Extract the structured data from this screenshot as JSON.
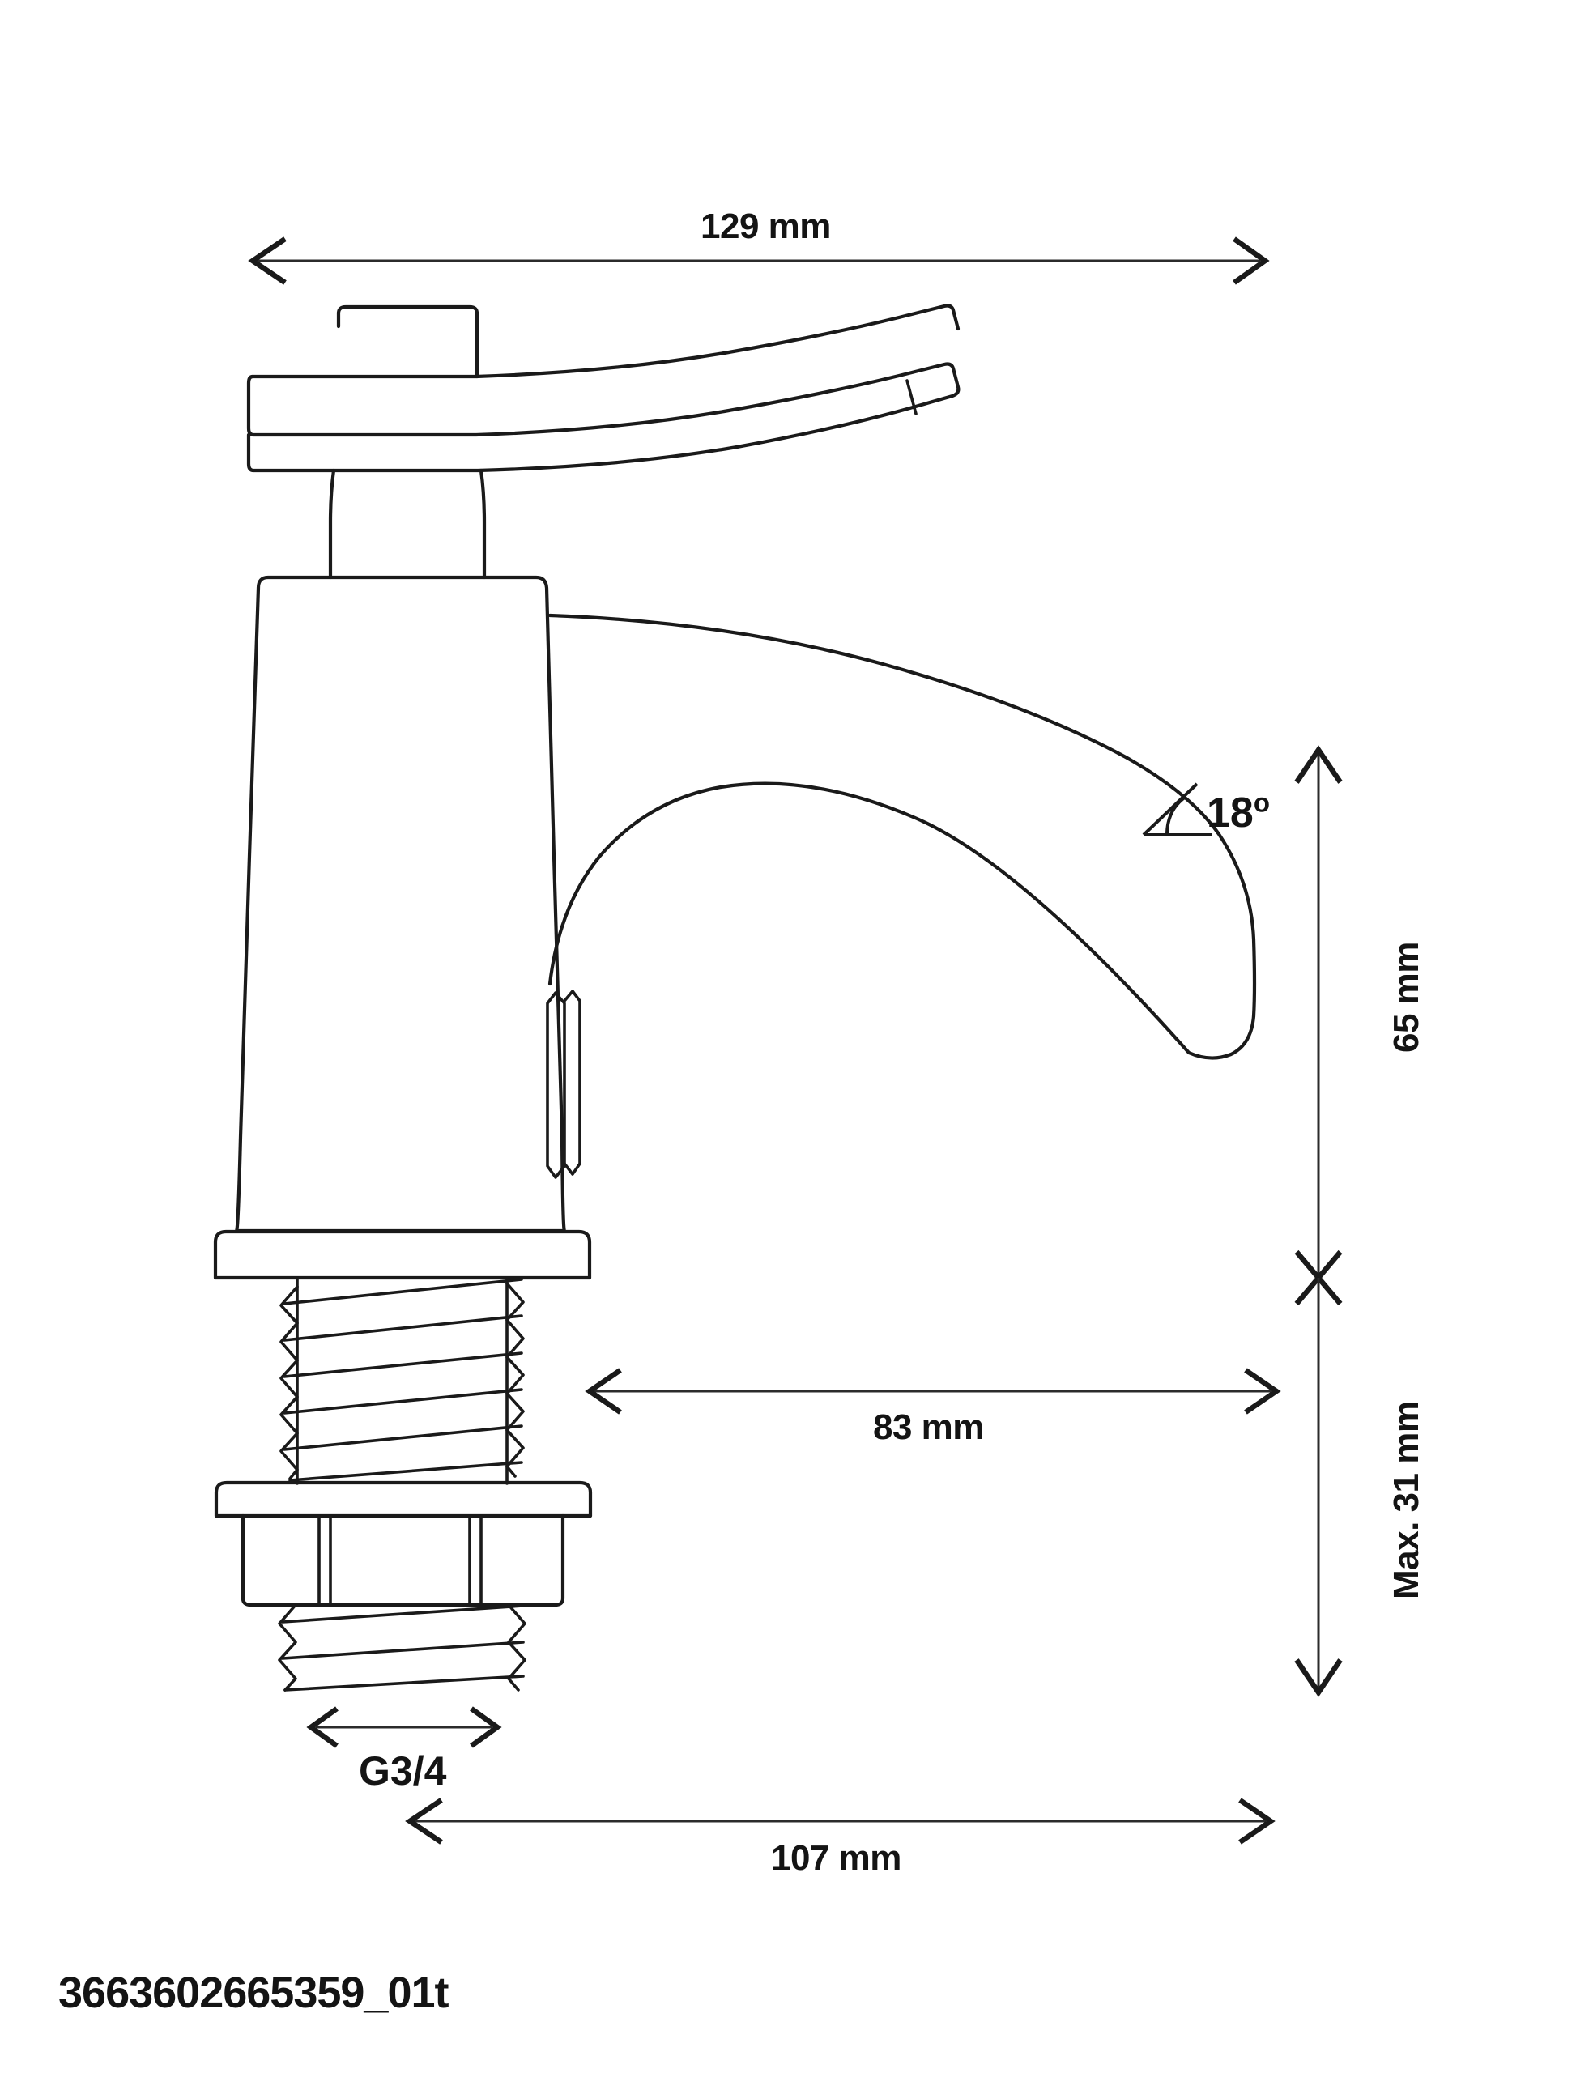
{
  "document": {
    "type": "technical-drawing",
    "subject": "single-lever basin mixer tap",
    "background_color": "#ffffff",
    "line_color": "#1a1a1a",
    "file_label": "3663602665359_01t"
  },
  "dimensions": {
    "overall_width": {
      "label": "129 mm",
      "orientation": "horizontal",
      "position": "top"
    },
    "spout_height": {
      "label": "65 mm",
      "orientation": "vertical-rotated",
      "position": "right-upper"
    },
    "mounting_depth": {
      "label": "Max. 31 mm",
      "orientation": "vertical-rotated",
      "position": "right-lower"
    },
    "spout_reach": {
      "label": "83 mm",
      "orientation": "horizontal",
      "position": "middle"
    },
    "thread_size": {
      "label": "G3/4",
      "orientation": "horizontal",
      "position": "bottom-shank"
    },
    "base_to_spout_tip": {
      "label": "107 mm",
      "orientation": "horizontal",
      "position": "bottom"
    },
    "spout_angle": {
      "value": "18",
      "degree_symbol": "o",
      "symbol_name": "angle-symbol"
    }
  }
}
